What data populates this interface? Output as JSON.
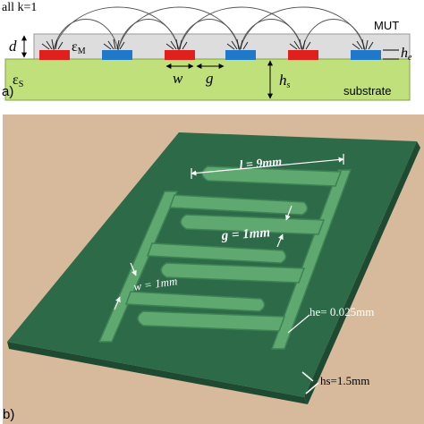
{
  "figure": {
    "panel_a": {
      "corner_text": "all k=1",
      "panel_label": "a)",
      "mut_label": "MUT",
      "d_label": "d",
      "eps_m_label": "ε",
      "eps_m_sub": "M",
      "he_label": "h",
      "he_sub": "e",
      "eps_s_label": "ε",
      "eps_s_sub": "S",
      "w_label": "w",
      "g_label": "g",
      "hs_label": "h",
      "hs_sub": "s",
      "substrate_label": "substrate",
      "colors": {
        "mut_layer": "#dddddd",
        "substrate": "#bfe07a",
        "electrode_red": "#e0201c",
        "electrode_blue": "#1f78c8"
      }
    },
    "panel_b": {
      "panel_label": "b)",
      "l_label": "l = 9mm",
      "g_label": "g = 1mm",
      "w_label": "w = 1mm",
      "he_label": "he= 0.025mm",
      "hs_label": "hs=1.5mm",
      "colors": {
        "background": "#d7b99c",
        "board": "#2d6a48",
        "board_edge": "#1d4a31",
        "electrode": "#5fa86f"
      }
    }
  }
}
